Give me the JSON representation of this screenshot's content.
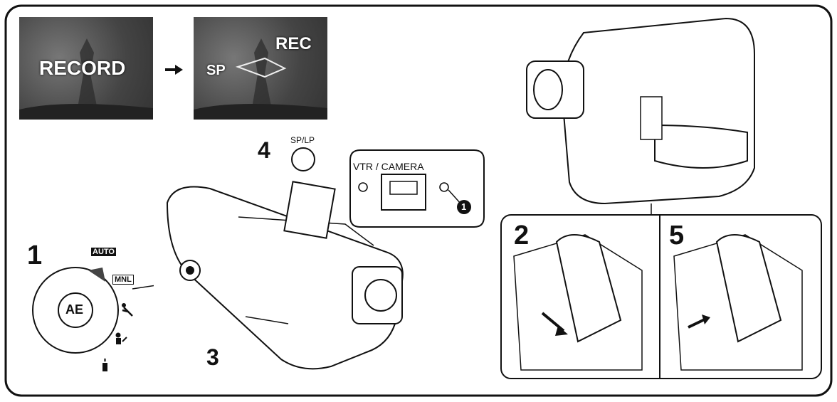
{
  "screens": {
    "first": {
      "text": "RECORD"
    },
    "second": {
      "mode": "SP",
      "status": "REC"
    }
  },
  "steps": {
    "s1": "1",
    "s2": "2",
    "s3": "3",
    "s4": "4",
    "s5": "5"
  },
  "sp_lp_label": "SP/LP",
  "switch_label": "VTR / CAMERA",
  "callout_marker": "1",
  "dial": {
    "center": "AE",
    "auto": "AUTO",
    "manual": "MNL"
  }
}
